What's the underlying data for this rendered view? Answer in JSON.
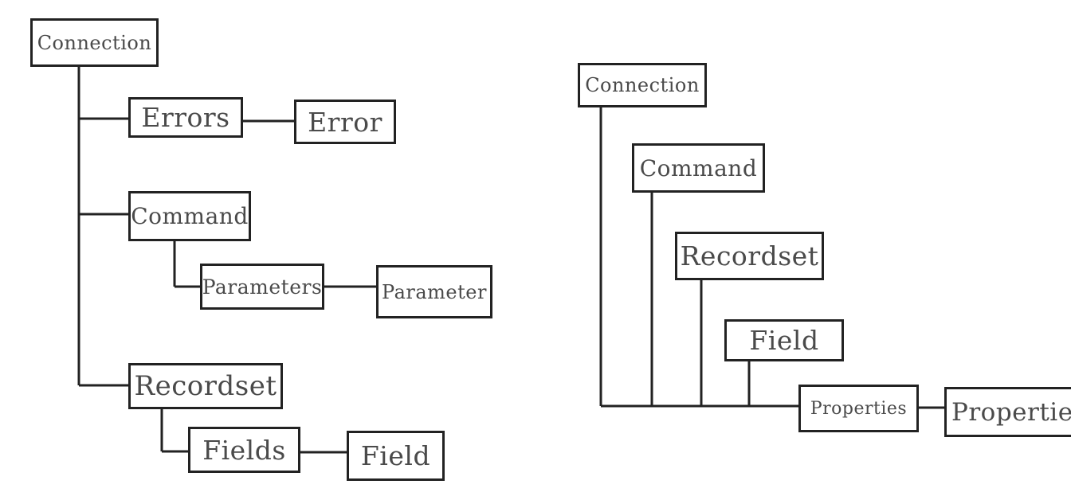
{
  "left_diagram": {
    "connection": "Connection",
    "errors": "Errors",
    "error": "Error",
    "command": "Command",
    "parameters": "Parameters",
    "parameter": "Parameter",
    "recordset": "Recordset",
    "fields": "Fields",
    "field": "Field"
  },
  "right_diagram": {
    "connection": "Connection",
    "command": "Command",
    "recordset": "Recordset",
    "field": "Field",
    "properties": "Properties",
    "property": "Propertie"
  }
}
